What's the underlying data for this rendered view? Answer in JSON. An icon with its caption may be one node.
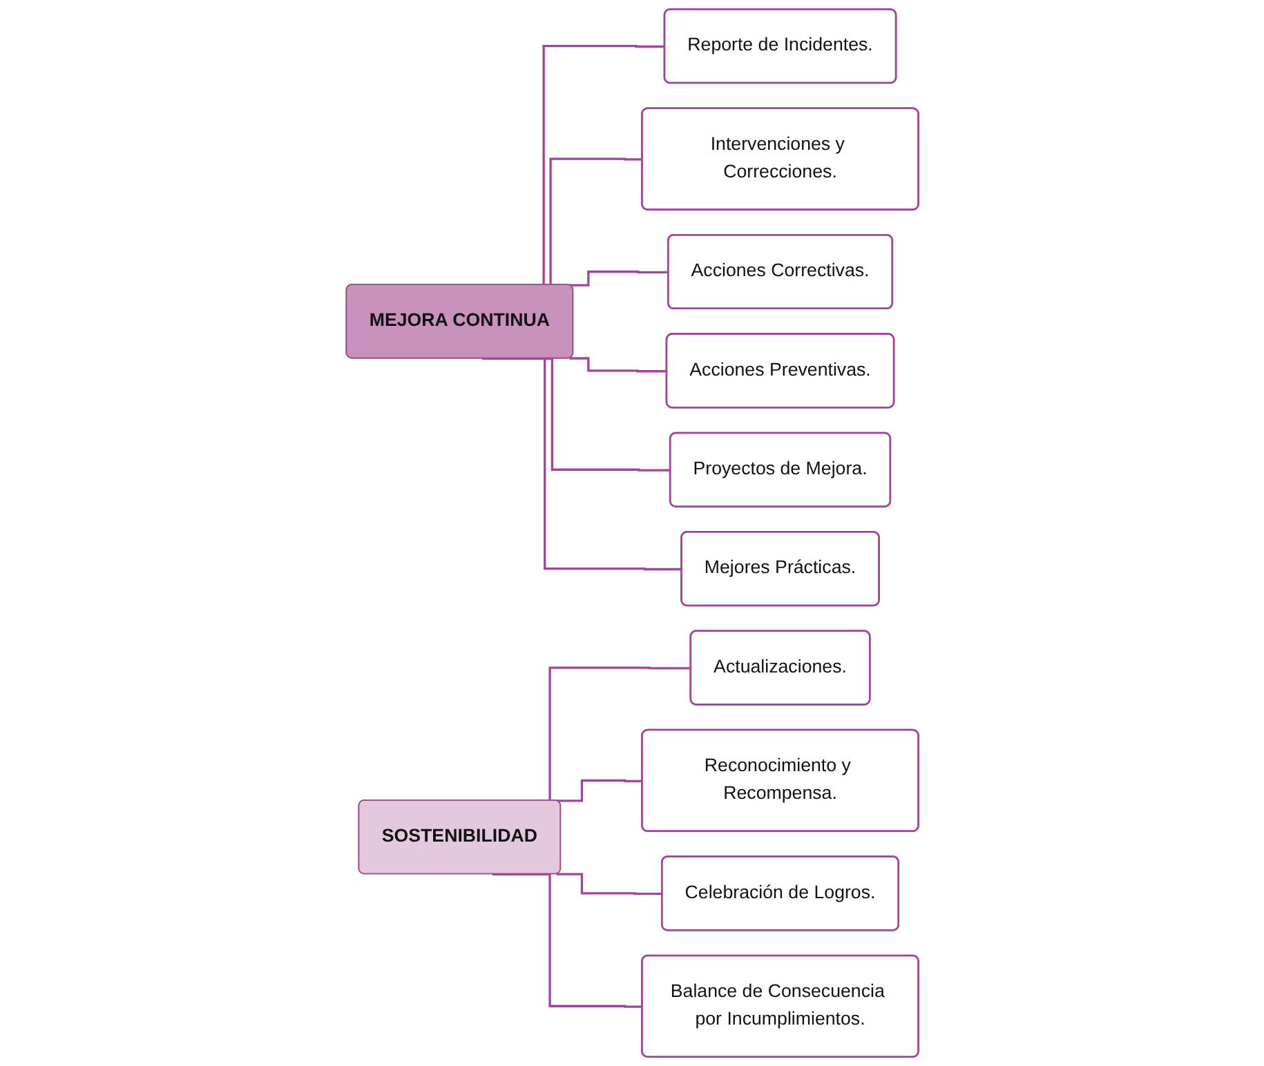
{
  "diagram": {
    "nodes": [
      {
        "text": [
          "MEJORA CONTINUA"
        ]
      },
      {
        "text": [
          "Reporte de Incidentes."
        ]
      },
      {
        "text": [
          "Intervenciones y Correcciones."
        ]
      },
      {
        "text": [
          "Acciones Correctivas."
        ]
      },
      {
        "text": [
          "Acciones Preventivas."
        ]
      },
      {
        "text": [
          "Proyectos de Mejora."
        ]
      },
      {
        "text": [
          "Mejores Prácticas."
        ]
      },
      {
        "text": [
          "SOSTENIBILIDAD"
        ]
      },
      {
        "text": [
          "Actualizaciones."
        ]
      },
      {
        "text": [
          "Reconocimiento y Recompensa."
        ]
      },
      {
        "text": [
          "Celebración de Logros."
        ]
      },
      {
        "text": [
          "Balance de Consecuencia por Incumplimientos."
        ]
      }
    ],
    "edges": [
      {
        "from": 0,
        "to": 1,
        "arrow": "none"
      },
      {
        "from": 0,
        "to": 2,
        "arrow": "none"
      },
      {
        "from": 0,
        "to": 3,
        "arrow": "none"
      },
      {
        "from": 0,
        "to": 4,
        "arrow": "none"
      },
      {
        "from": 0,
        "to": 5,
        "arrow": "none"
      },
      {
        "from": 0,
        "to": 6,
        "arrow": "none"
      },
      {
        "from": 7,
        "to": 8,
        "arrow": "none"
      },
      {
        "from": 7,
        "to": 9,
        "arrow": "none"
      },
      {
        "from": 7,
        "to": 10,
        "arrow": "none"
      },
      {
        "from": 7,
        "to": 11,
        "arrow": "none"
      }
    ]
  }
}
